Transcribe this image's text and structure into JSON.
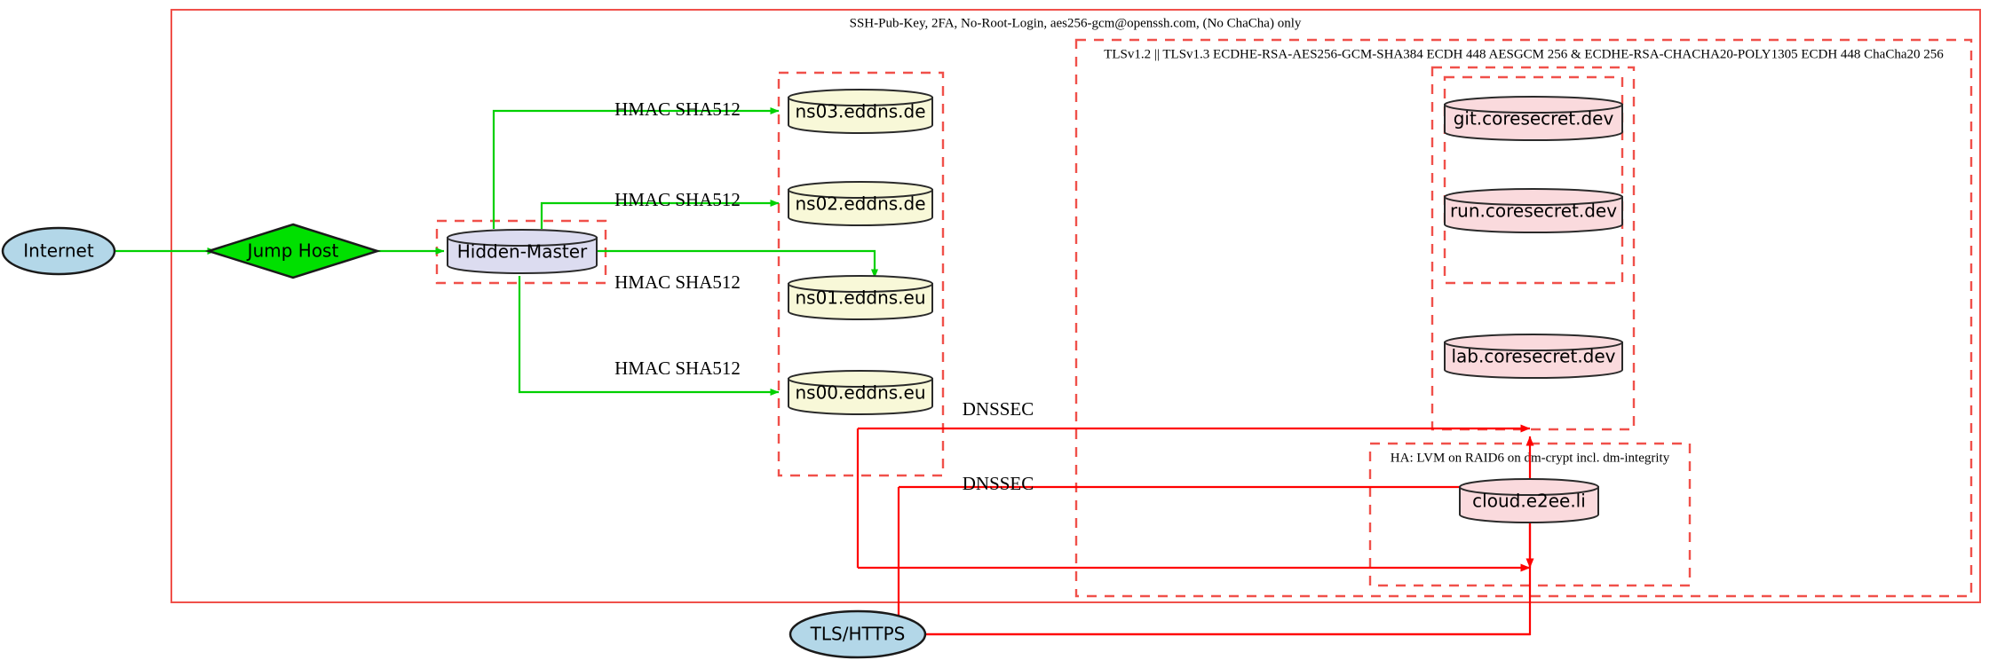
{
  "diagram": {
    "title": "Infrastructure network topology",
    "colors": {
      "internet_fill": "#b3d7e8",
      "jumphost_fill": "#00e000",
      "hidden_master_fill": "#dcdcf0",
      "ns_fill": "#f8f8d8",
      "service_fill": "#fadadd",
      "cluster_stroke": "#f0504a",
      "green_edge": "#00d000",
      "red_edge": "#ff0000"
    },
    "clusters": [
      {
        "id": "ssh",
        "label": "SSH-Pub-Key, 2FA, No-Root-Login, aes256-gcm@openssh.com, (No ChaCha) only",
        "style": "solid"
      },
      {
        "id": "tls",
        "label": "TLSv1.2 || TLSv1.3 ECDHE-RSA-AES256-GCM-SHA384 ECDH 448 AESGCM 256 & ECDHE-RSA-CHACHA20-POLY1305 ECDH 448 ChaCha20 256",
        "style": "dashed"
      },
      {
        "id": "ha",
        "label": "HA: LVM on RAID6 on dm-crypt incl. dm-integrity",
        "style": "dashed"
      },
      {
        "id": "hidden-master-box",
        "label": "",
        "style": "dashed"
      },
      {
        "id": "nameservers-box",
        "label": "",
        "style": "dashed"
      },
      {
        "id": "coresecret-outer-box",
        "label": "",
        "style": "dashed"
      },
      {
        "id": "coresecret-inner-box",
        "label": "",
        "style": "dashed"
      }
    ],
    "nodes": [
      {
        "id": "internet",
        "label": "Internet",
        "shape": "ellipse",
        "fill": "#b3d7e8"
      },
      {
        "id": "jumphost",
        "label": "Jump Host",
        "shape": "diamond",
        "fill": "#00e000"
      },
      {
        "id": "hiddenmaster",
        "label": "Hidden-Master",
        "shape": "cylinder",
        "fill": "#dcdcf0"
      },
      {
        "id": "ns03",
        "label": "ns03.eddns.de",
        "shape": "cylinder",
        "fill": "#f8f8d8"
      },
      {
        "id": "ns02",
        "label": "ns02.eddns.de",
        "shape": "cylinder",
        "fill": "#f8f8d8"
      },
      {
        "id": "ns01",
        "label": "ns01.eddns.eu",
        "shape": "cylinder",
        "fill": "#f8f8d8"
      },
      {
        "id": "ns00",
        "label": "ns00.eddns.eu",
        "shape": "cylinder",
        "fill": "#f8f8d8"
      },
      {
        "id": "git",
        "label": "git.coresecret.dev",
        "shape": "cylinder",
        "fill": "#fadadd"
      },
      {
        "id": "run",
        "label": "run.coresecret.dev",
        "shape": "cylinder",
        "fill": "#fadadd"
      },
      {
        "id": "lab",
        "label": "lab.coresecret.dev",
        "shape": "cylinder",
        "fill": "#fadadd"
      },
      {
        "id": "cloud",
        "label": "cloud.e2ee.li",
        "shape": "cylinder",
        "fill": "#fadadd"
      },
      {
        "id": "tlshttps",
        "label": "TLS/HTTPS",
        "shape": "ellipse",
        "fill": "#b3d7e8"
      }
    ],
    "edge_labels": {
      "hmac_ns03": "HMAC SHA512",
      "hmac_ns02": "HMAC SHA512",
      "hmac_ns01": "HMAC SHA512",
      "hmac_ns00": "HMAC SHA512",
      "dnssec_upper": "DNSSEC",
      "dnssec_lower": "DNSSEC"
    }
  }
}
